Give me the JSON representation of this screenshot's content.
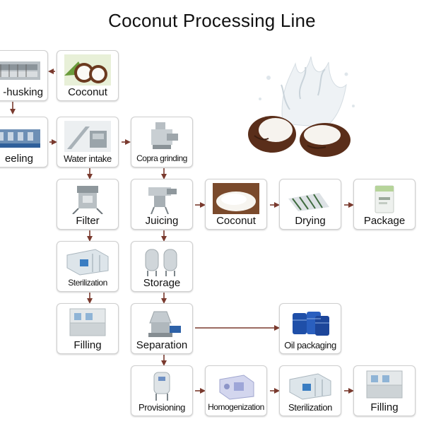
{
  "title": "Coconut Processing Line",
  "nodes": {
    "dehusking": "-husking",
    "coconut_raw": "Coconut",
    "peeling": "eeling",
    "water_intake": "Water intake",
    "copra_grinding": "Copra grinding",
    "filter": "Filter",
    "juicing": "Juicing",
    "coconut_powder": "Coconut",
    "drying": "Drying",
    "package": "Package",
    "sterilization_1": "Sterilization",
    "storage": "Storage",
    "filling_1": "Filling",
    "separation": "Separation",
    "oil_packaging": "Oil packaging",
    "provisioning": "Provisioning",
    "homogenization": "Homogenization",
    "sterilization_2": "Sterilization",
    "filling_2": "Filling"
  },
  "colors": {
    "arrow": "#7a3a2e",
    "border": "#cfcfcf",
    "coconut_brown": "#5a2e1a"
  },
  "icons": {
    "dehusking": "dehusking-machine-icon",
    "coconut_raw": "coconut-icon",
    "peeling": "peeling-machine-icon",
    "water_intake": "water-intake-machine-icon",
    "copra_grinding": "grinder-machine-icon",
    "filter": "filter-machine-icon",
    "juicing": "juicer-machine-icon",
    "coconut_powder": "coconut-powder-icon",
    "drying": "dryer-conveyor-icon",
    "package": "package-bag-icon",
    "sterilization": "sterilizer-machine-icon",
    "storage": "storage-tanks-icon",
    "filling": "filling-machine-icon",
    "separation": "separator-machine-icon",
    "oil_packaging": "oil-barrels-icon",
    "provisioning": "provisioning-tank-icon",
    "homogenization": "homogenizer-machine-icon",
    "splash": "coconut-splash-icon"
  }
}
